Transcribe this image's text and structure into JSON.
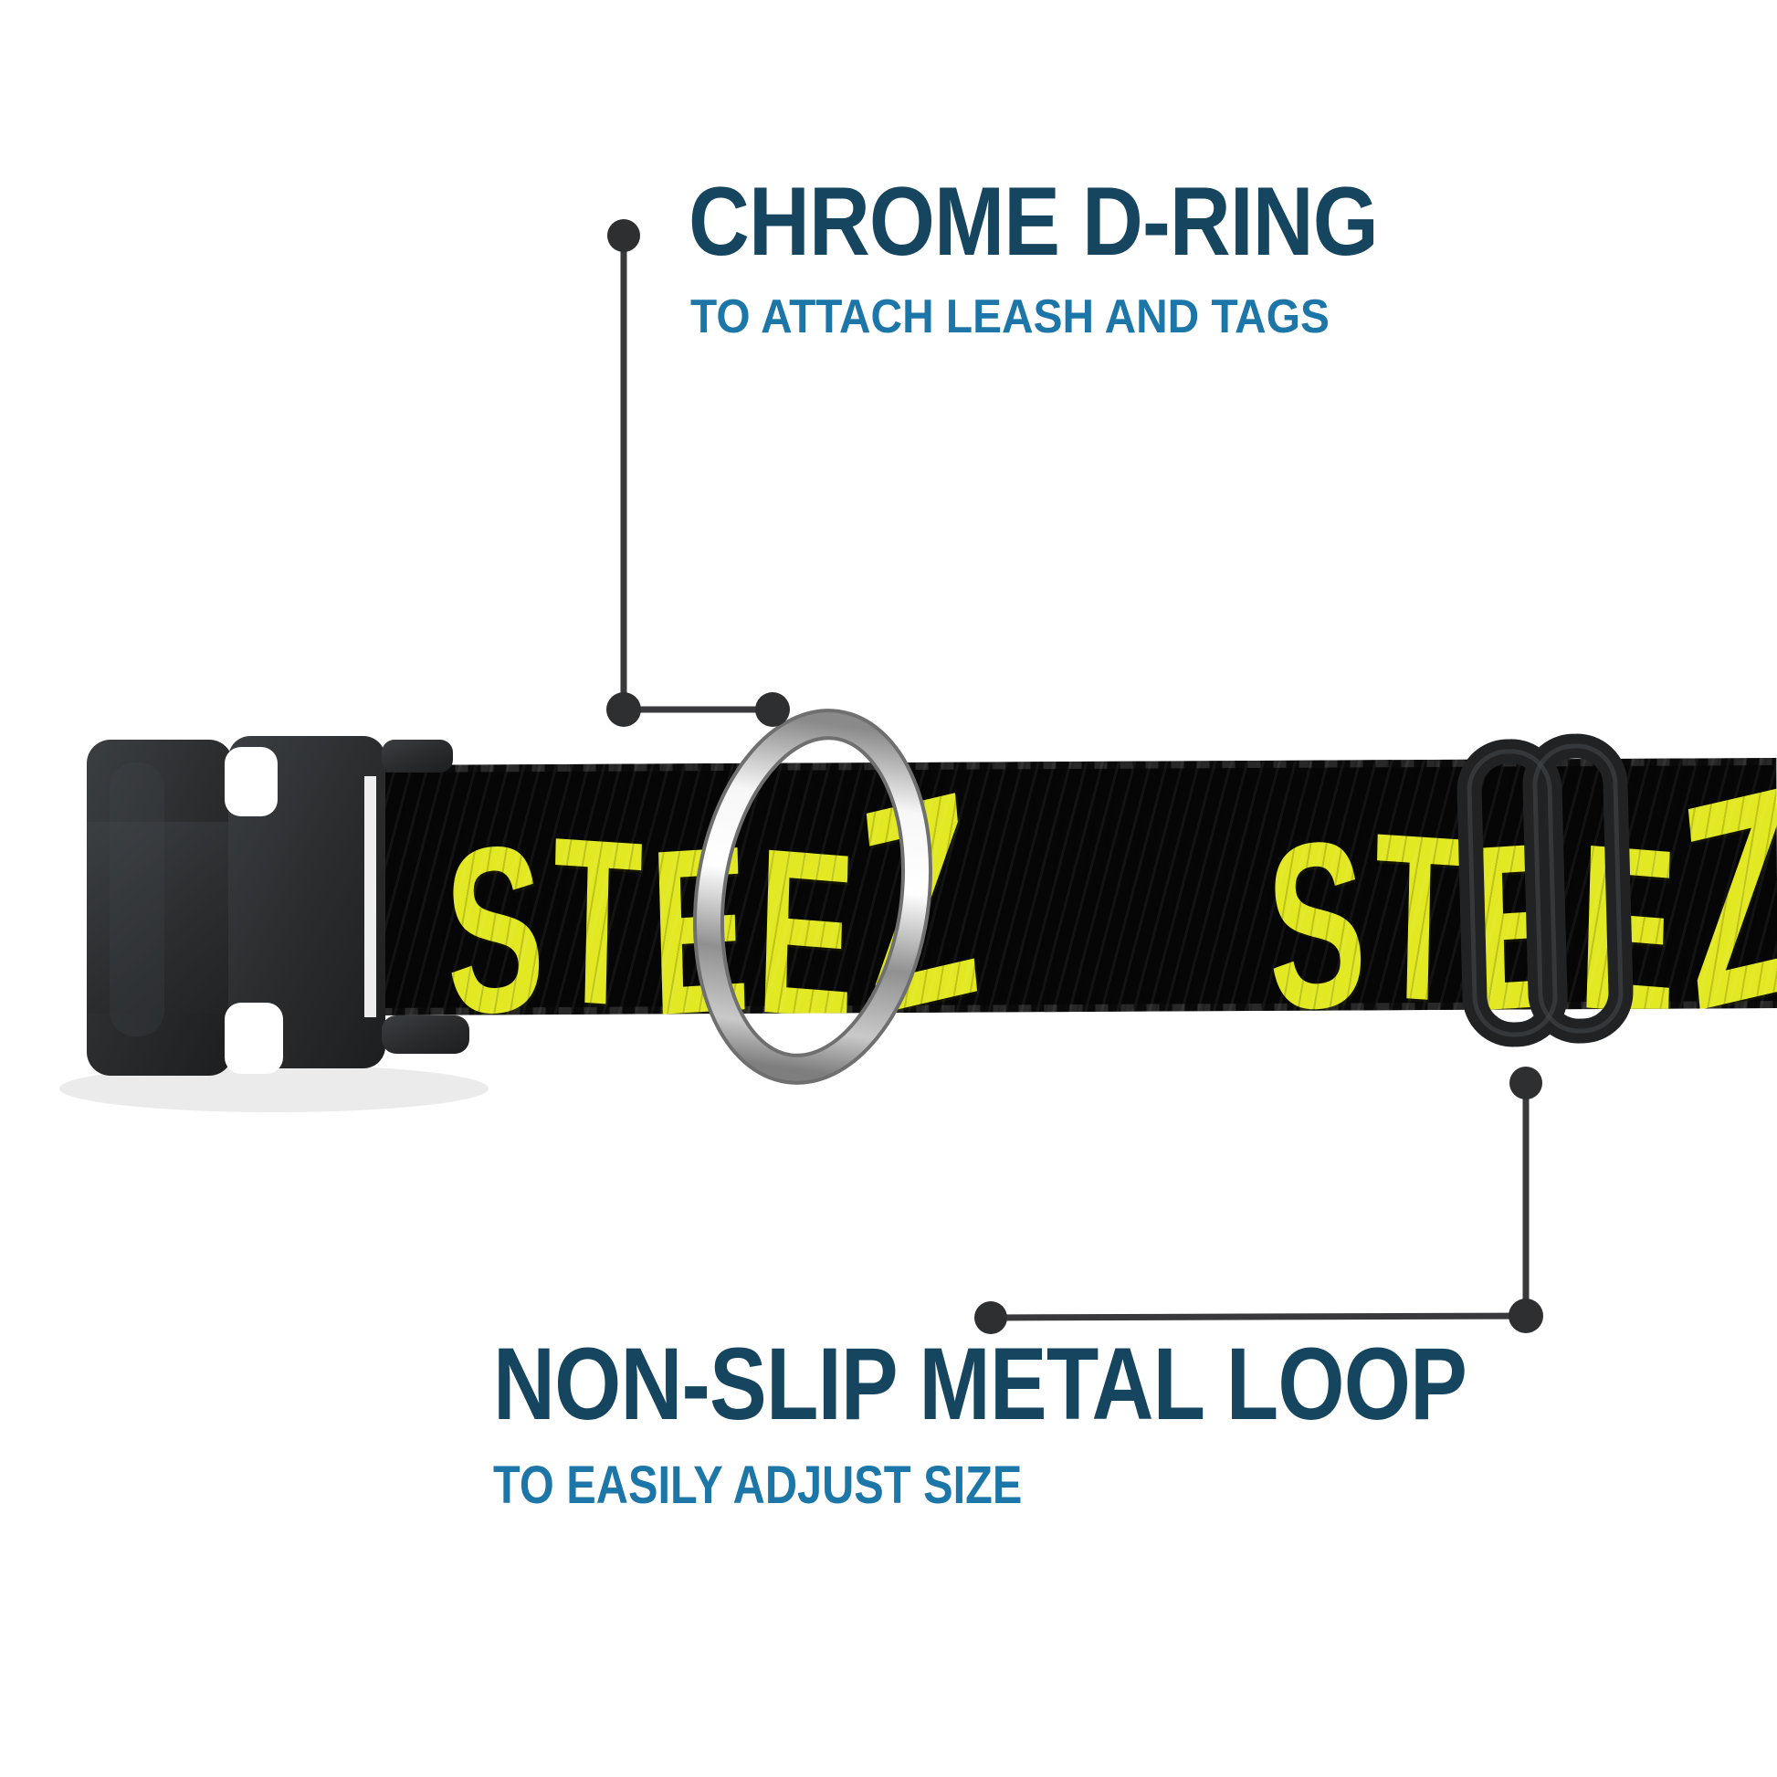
{
  "product": {
    "brand_print": "STEEZ"
  },
  "callouts": {
    "top": {
      "title": "CHROME D-RING",
      "subtitle": "TO ATTACH LEASH AND TAGS"
    },
    "bottom": {
      "title": "NON-SLIP METAL LOOP",
      "subtitle": "TO EASILY ADJUST SIZE"
    }
  },
  "colors": {
    "title_navy": "#16465f",
    "subtitle_blue": "#1d76a8",
    "print_yellow": "#e2e923",
    "webbing_black": "#060607",
    "buckle_gray": "#2c2e30",
    "slider_black": "#232527",
    "chrome_silver": "#d9d9d9",
    "leader_line": "#39393b",
    "leader_dot": "#2e2f31",
    "background": "#ffffff"
  }
}
